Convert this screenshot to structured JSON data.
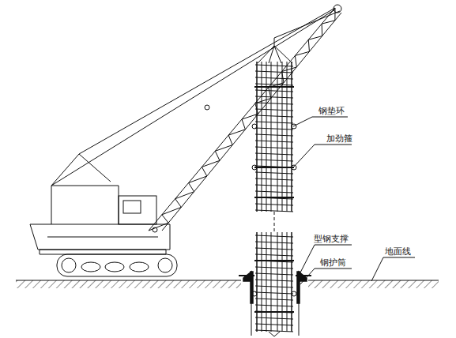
{
  "diagram": {
    "labels": [
      "钢垫环",
      "加劲箍",
      "型钢支撑",
      "钢护筒",
      "地面线"
    ]
  }
}
